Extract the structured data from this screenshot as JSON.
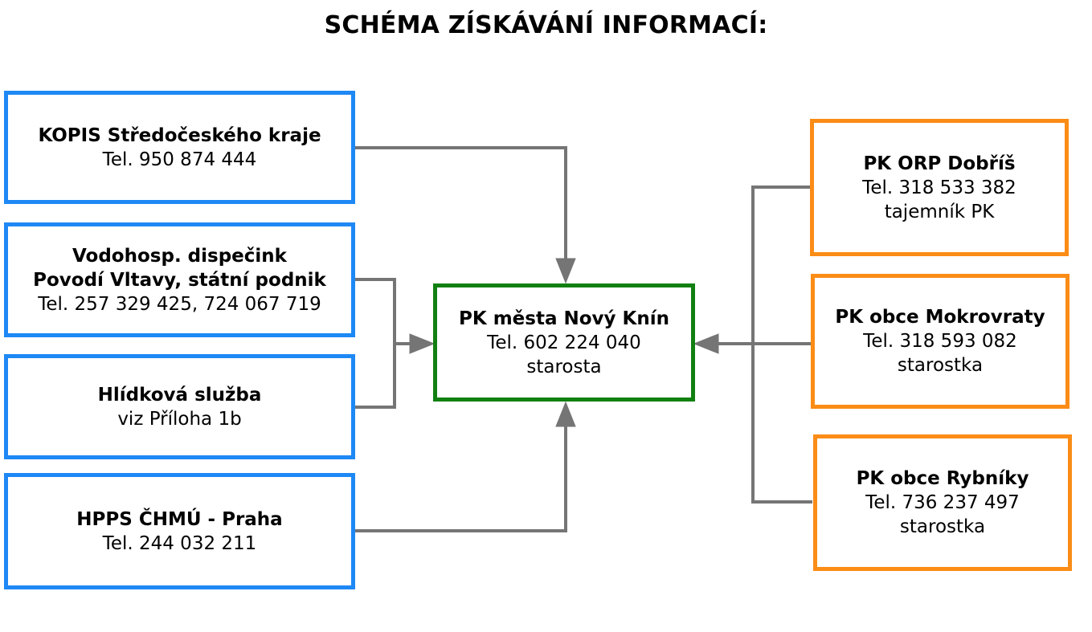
{
  "title": "SCHÉMA ZÍSKÁVÁNÍ INFORMACÍ:",
  "colors": {
    "source_border": "#1e88f5",
    "center_border": "#118011",
    "partner_border": "#fb8c16",
    "connector": "#757575"
  },
  "sources": [
    {
      "lines": [
        "KOPIS Středočeského kraje",
        "Tel. 950 874 444"
      ]
    },
    {
      "lines": [
        "Vodohosp. dispečink",
        "Povodí Vltavy, státní podnik",
        "Tel. 257 329 425, 724 067 719"
      ]
    },
    {
      "lines": [
        "Hlídková služba",
        "viz Příloha 1b"
      ]
    },
    {
      "lines": [
        "HPPS ČHMÚ - Praha",
        "Tel. 244 032 211"
      ]
    }
  ],
  "center": {
    "lines": [
      "PK města Nový Knín",
      "Tel. 602 224 040",
      "starosta"
    ]
  },
  "partners": [
    {
      "lines": [
        "PK ORP Dobříš",
        "Tel.  318 533 382",
        "tajemník PK"
      ]
    },
    {
      "lines": [
        "PK obce Mokrovraty",
        "Tel.  318 593 082",
        "starostka"
      ]
    },
    {
      "lines": [
        "PK obce Rybníky",
        "Tel.  736 237 497",
        "starostka"
      ]
    }
  ]
}
